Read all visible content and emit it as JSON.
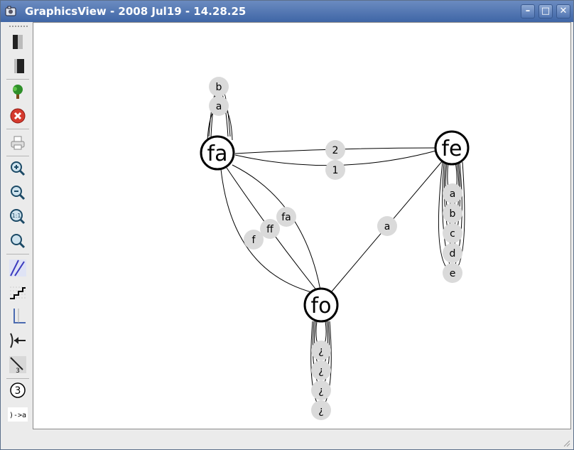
{
  "window": {
    "title": "GraphicsView - 2008 Jul19 - 14.28.25",
    "controls": {
      "minimize": "–",
      "maximize": "□",
      "close": "✕"
    }
  },
  "toolbar": {
    "items": [
      {
        "name": "shadow-left-tool"
      },
      {
        "name": "shadow-right-tool"
      },
      {
        "name": "tree-layout-tool"
      },
      {
        "name": "stop-tool"
      },
      {
        "name": "print-tool"
      },
      {
        "name": "zoom-in-tool"
      },
      {
        "name": "zoom-out-tool"
      },
      {
        "name": "zoom-1-1-tool",
        "label": "1:1"
      },
      {
        "name": "zoom-fit-tool"
      },
      {
        "name": "antialias-tool"
      },
      {
        "name": "grid-tool"
      },
      {
        "name": "axis-tool"
      },
      {
        "name": "edge-arrow-tool"
      },
      {
        "name": "edge-label-tool",
        "label": "3"
      },
      {
        "name": "node-number-tool",
        "label": "3"
      },
      {
        "name": "label-arrow-tool",
        "label": ")->a"
      }
    ]
  },
  "graph": {
    "nodes": [
      {
        "id": "fa",
        "label": "fa"
      },
      {
        "id": "fe",
        "label": "fe"
      },
      {
        "id": "fo",
        "label": "fo"
      }
    ],
    "edge_labels": {
      "fa_loops": [
        "b",
        "a"
      ],
      "fa_fe": [
        "2",
        "1"
      ],
      "fa_fo": [
        "f",
        "ff",
        "fa"
      ],
      "fe_fo": [
        "a"
      ],
      "fe_loops": [
        "a",
        "b",
        "c",
        "d",
        "e"
      ],
      "fo_loops": [
        "¿",
        "¿",
        "¿",
        "¿"
      ]
    },
    "colors": {
      "node_border": "#000000",
      "label_fill": "#dadada",
      "edge": "#000000"
    }
  }
}
